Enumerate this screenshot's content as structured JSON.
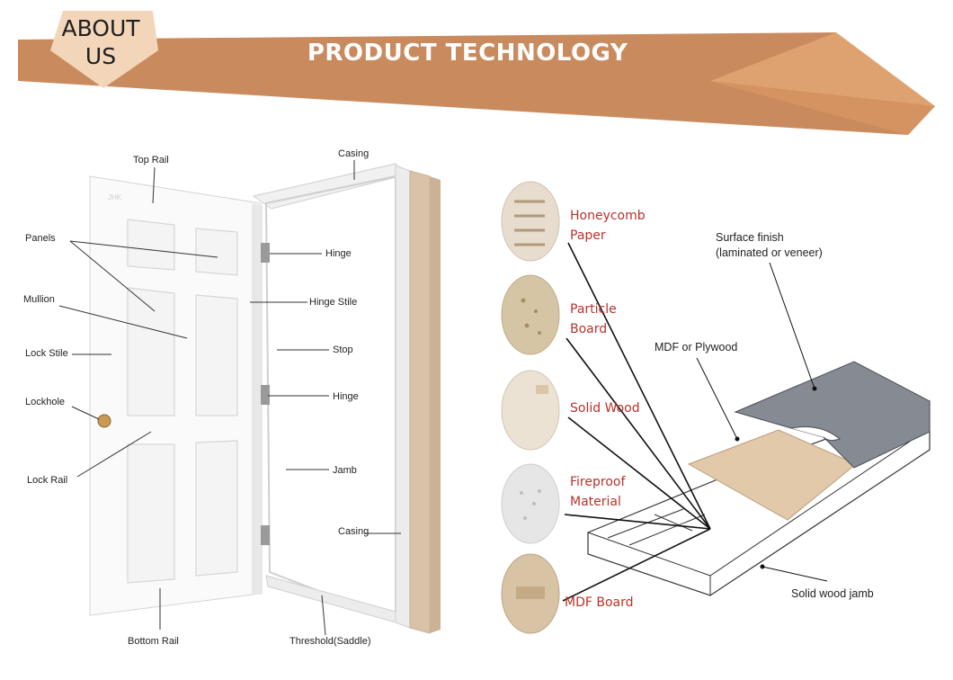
{
  "banner": {
    "about_line1": "ABOUT",
    "about_line2": "US",
    "title": "PRODUCT TECHNOLOGY",
    "colors": {
      "band": "#c98b5e",
      "badge": "#f3d6ba",
      "wedge": "#dea271"
    }
  },
  "door_labels": {
    "top_rail": "Top Rail",
    "panels": "Panels",
    "mullion": "Mullion",
    "lock_stile": "Lock Stile",
    "lockhole": "Lockhole",
    "lock_rail": "Lock Rail",
    "bottom_rail": "Bottom Rail",
    "casing_top": "Casing",
    "hinge_top": "Hinge",
    "hinge_stile": "Hinge Stile",
    "stop": "Stop",
    "hinge_mid": "Hinge",
    "jamb": "Jamb",
    "casing_side": "Casing",
    "threshold": "Threshold(Saddle)",
    "door_mark": "JHK"
  },
  "materials": [
    {
      "line1": "Honeycomb",
      "line2": "Paper",
      "icon": "honeycomb-paper-icon"
    },
    {
      "line1": "Particle",
      "line2": "Board",
      "icon": "particle-board-icon"
    },
    {
      "line1": "Solid Wood",
      "line2": "",
      "icon": "solid-wood-icon"
    },
    {
      "line1": "Fireproof",
      "line2": "Material",
      "icon": "fireproof-material-icon"
    },
    {
      "line1": "MDF Board",
      "line2": "",
      "icon": "mdf-board-icon"
    }
  ],
  "layer_labels": {
    "surface_line1": "Surface finish",
    "surface_line2": "(laminated or veneer)",
    "mdf": "MDF or Plywood",
    "jamb": "Solid wood jamb"
  }
}
